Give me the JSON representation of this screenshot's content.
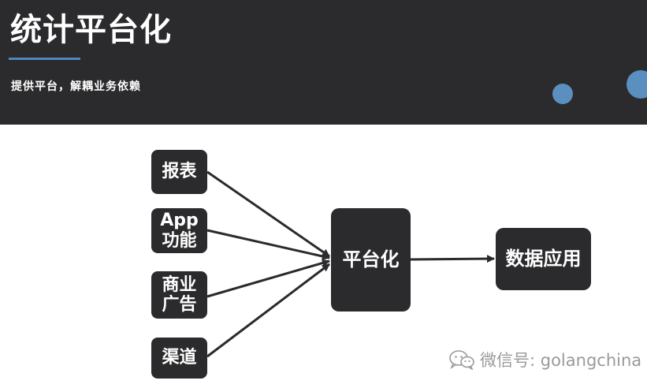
{
  "header": {
    "title": "统计平台化",
    "subtitle": "提供平台，解耦业务依赖",
    "accent_color": "#4d88be",
    "background_color": "#2b2a2c"
  },
  "diagram": {
    "sources": [
      {
        "id": "report",
        "line1": "报表",
        "line2": ""
      },
      {
        "id": "app",
        "line1": "App",
        "line2": "功能"
      },
      {
        "id": "ads",
        "line1": "商业",
        "line2": "广告"
      },
      {
        "id": "channel",
        "line1": "渠道",
        "line2": ""
      }
    ],
    "hub": {
      "label": "平台化"
    },
    "target": {
      "label": "数据应用"
    },
    "edges": [
      {
        "from": "report",
        "to": "hub"
      },
      {
        "from": "app",
        "to": "hub"
      },
      {
        "from": "ads",
        "to": "hub"
      },
      {
        "from": "channel",
        "to": "hub"
      },
      {
        "from": "hub",
        "to": "target"
      }
    ],
    "node_color": "#2b2a2c"
  },
  "watermark": {
    "icon": "wechat-icon",
    "text": "微信号: golangchina"
  }
}
